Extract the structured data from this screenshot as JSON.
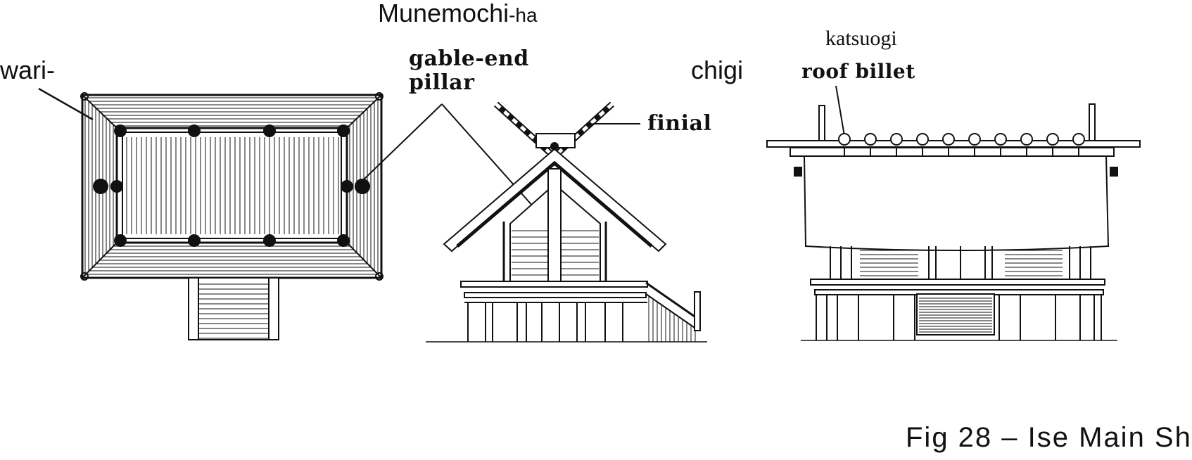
{
  "labels": {
    "munemochi_main": "Munemochi",
    "munemochi_suffix": "-ha",
    "wari": "wari-",
    "chigi": "chigi",
    "katsuogi": "katsuogi",
    "gable_end_line1": "gable-end",
    "gable_end_line2": "pillar",
    "finial": "finial",
    "roof_billet": "roof billet",
    "caption": "Fig 28 – Ise Main Sh"
  }
}
